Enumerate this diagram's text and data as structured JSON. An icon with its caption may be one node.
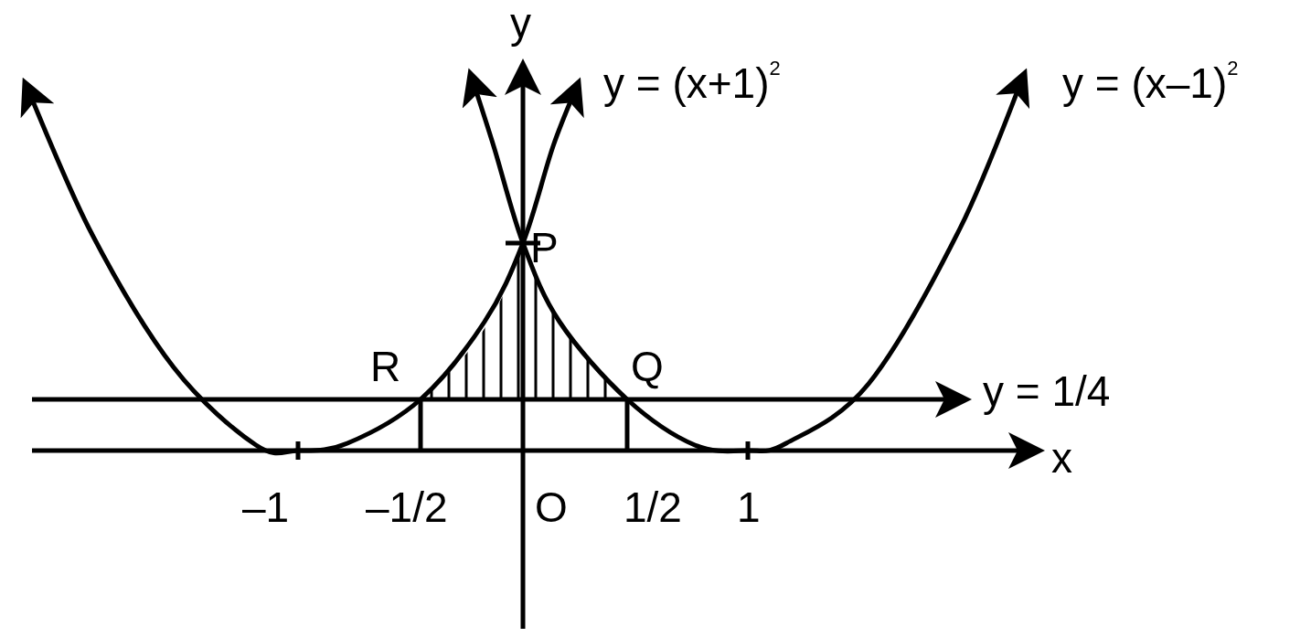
{
  "diagram": {
    "labels": [
      "y",
      "y = (x+1)$^{2}$",
      "y = (x–1)$^{2}$",
      "P",
      "R",
      "Q",
      "y = 1/4",
      "x",
      "–1",
      "–1/2",
      "O",
      "1/2",
      "1"
    ]
  }
}
